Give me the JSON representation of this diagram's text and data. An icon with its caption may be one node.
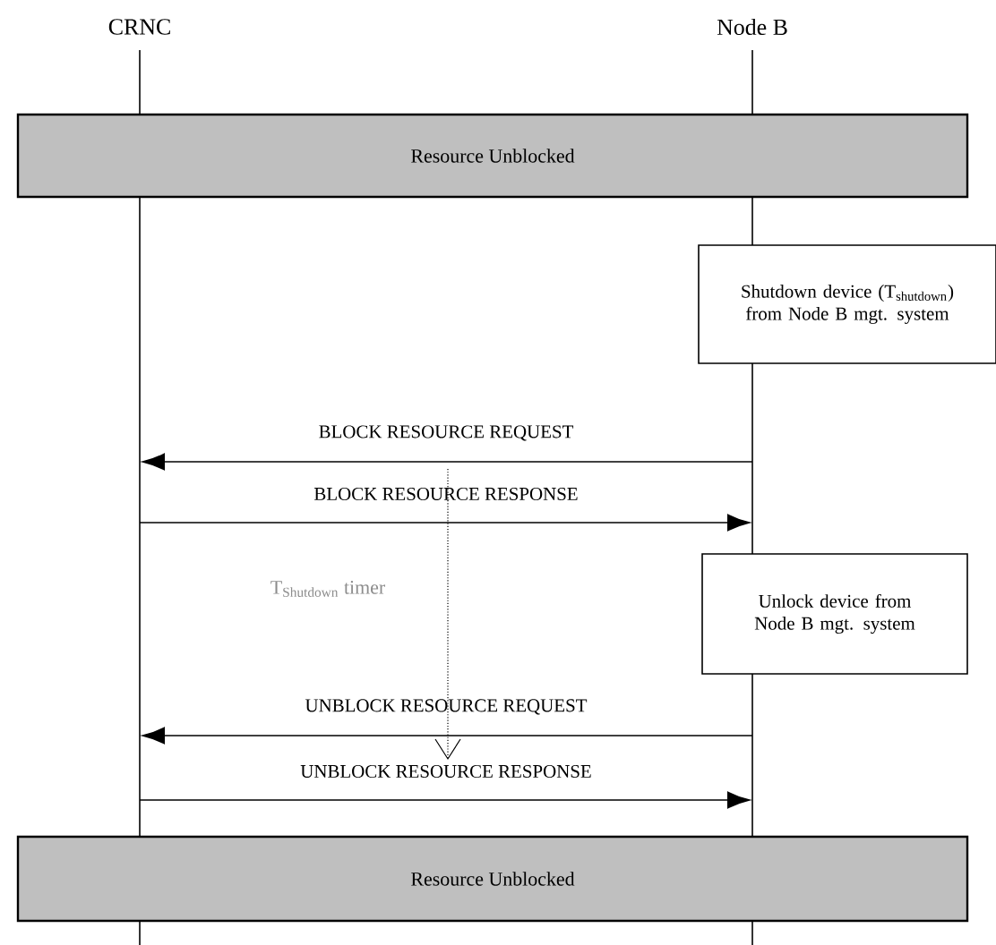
{
  "diagram": {
    "nodes": [
      {
        "text": [
          "CRNC"
        ]
      },
      {
        "text": [
          "Node B"
        ]
      },
      {
        "text": [],
        "shape": "bar"
      },
      {
        "text": [],
        "shape": "bar"
      },
      {
        "text": [
          "Resource Unblocked"
        ]
      },
      {
        "text": [
          "Shutdown  device (T$_{shutdown}$) from Node B mgt. system"
        ]
      },
      {
        "text": [
          "Unlock device from Node B mgt. system"
        ]
      },
      {
        "text": [
          "Resource Unblocked"
        ]
      }
    ],
    "edges": [
      {
        "from": 3,
        "to": 2,
        "arrow": "to",
        "label": "BLOCK RESOURCE REQUEST"
      },
      {
        "from": 2,
        "to": 3,
        "arrow": "to",
        "label": "BLOCK RESOURCE RESPONSE"
      },
      {
        "from": 3,
        "to": 2,
        "arrow": "to",
        "label": "UNBLOCK RESOURCE REQUEST"
      },
      {
        "from": 2,
        "to": 3,
        "arrow": "to",
        "label": "UNBLOCK RESOURCE RESPONSE"
      }
    ],
    "labels": [
      "T$_{Shutdown}$ timer"
    ]
  }
}
